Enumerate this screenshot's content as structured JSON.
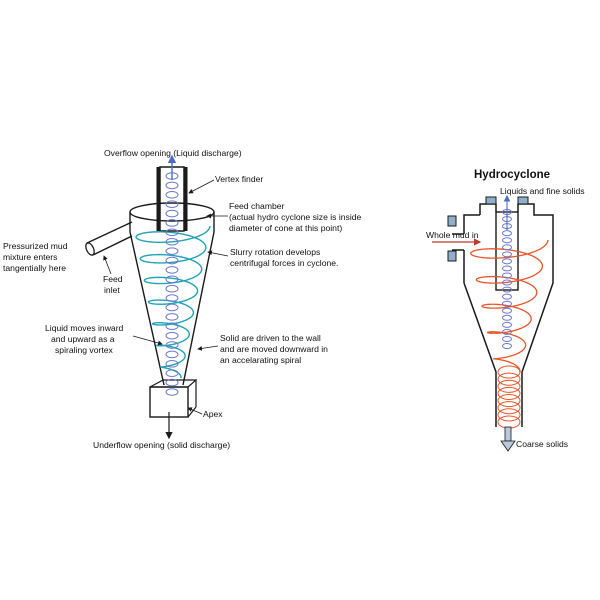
{
  "left_diagram": {
    "labels": {
      "overflow": "Overflow opening (Liquid discharge)",
      "vortex_finder": "Vertex finder",
      "feed_chamber_1": "Feed chamber",
      "feed_chamber_2": "(actual hydro cyclone size is inside",
      "feed_chamber_3": "diameter of cone at this point)",
      "pressurized_1": "Pressurized mud",
      "pressurized_2": "mixture enters",
      "pressurized_3": "tangentially here",
      "slurry_1": "Slurry rotation develops",
      "slurry_2": "centrifugal forces in cyclone.",
      "feed_inlet_1": "Feed",
      "feed_inlet_2": "inlet",
      "liquid_1": "Liquid moves inward",
      "liquid_2": "and upward as a",
      "liquid_3": "spiraling vortex",
      "solid_1": "Solid are driven to the wall",
      "solid_2": "and are moved downward in",
      "solid_3": "an accelarating spiral",
      "apex": "Apex",
      "underflow": "Underflow opening (solid discharge)"
    }
  },
  "right_diagram": {
    "title": "Hydrocyclone",
    "labels": {
      "liquids_fine": "Liquids and fine solids",
      "whole_mud": "Whole mud in",
      "coarse": "Coarse solids"
    }
  },
  "colors": {
    "outline": "#1a1a1a",
    "teal_spiral": "#1fa3b5",
    "blue_spiral": "#6a78c8",
    "orange_spiral": "#e8552a",
    "nozzle_fill": "#8fb0cc",
    "arrow_light": "#b9c9dc"
  }
}
